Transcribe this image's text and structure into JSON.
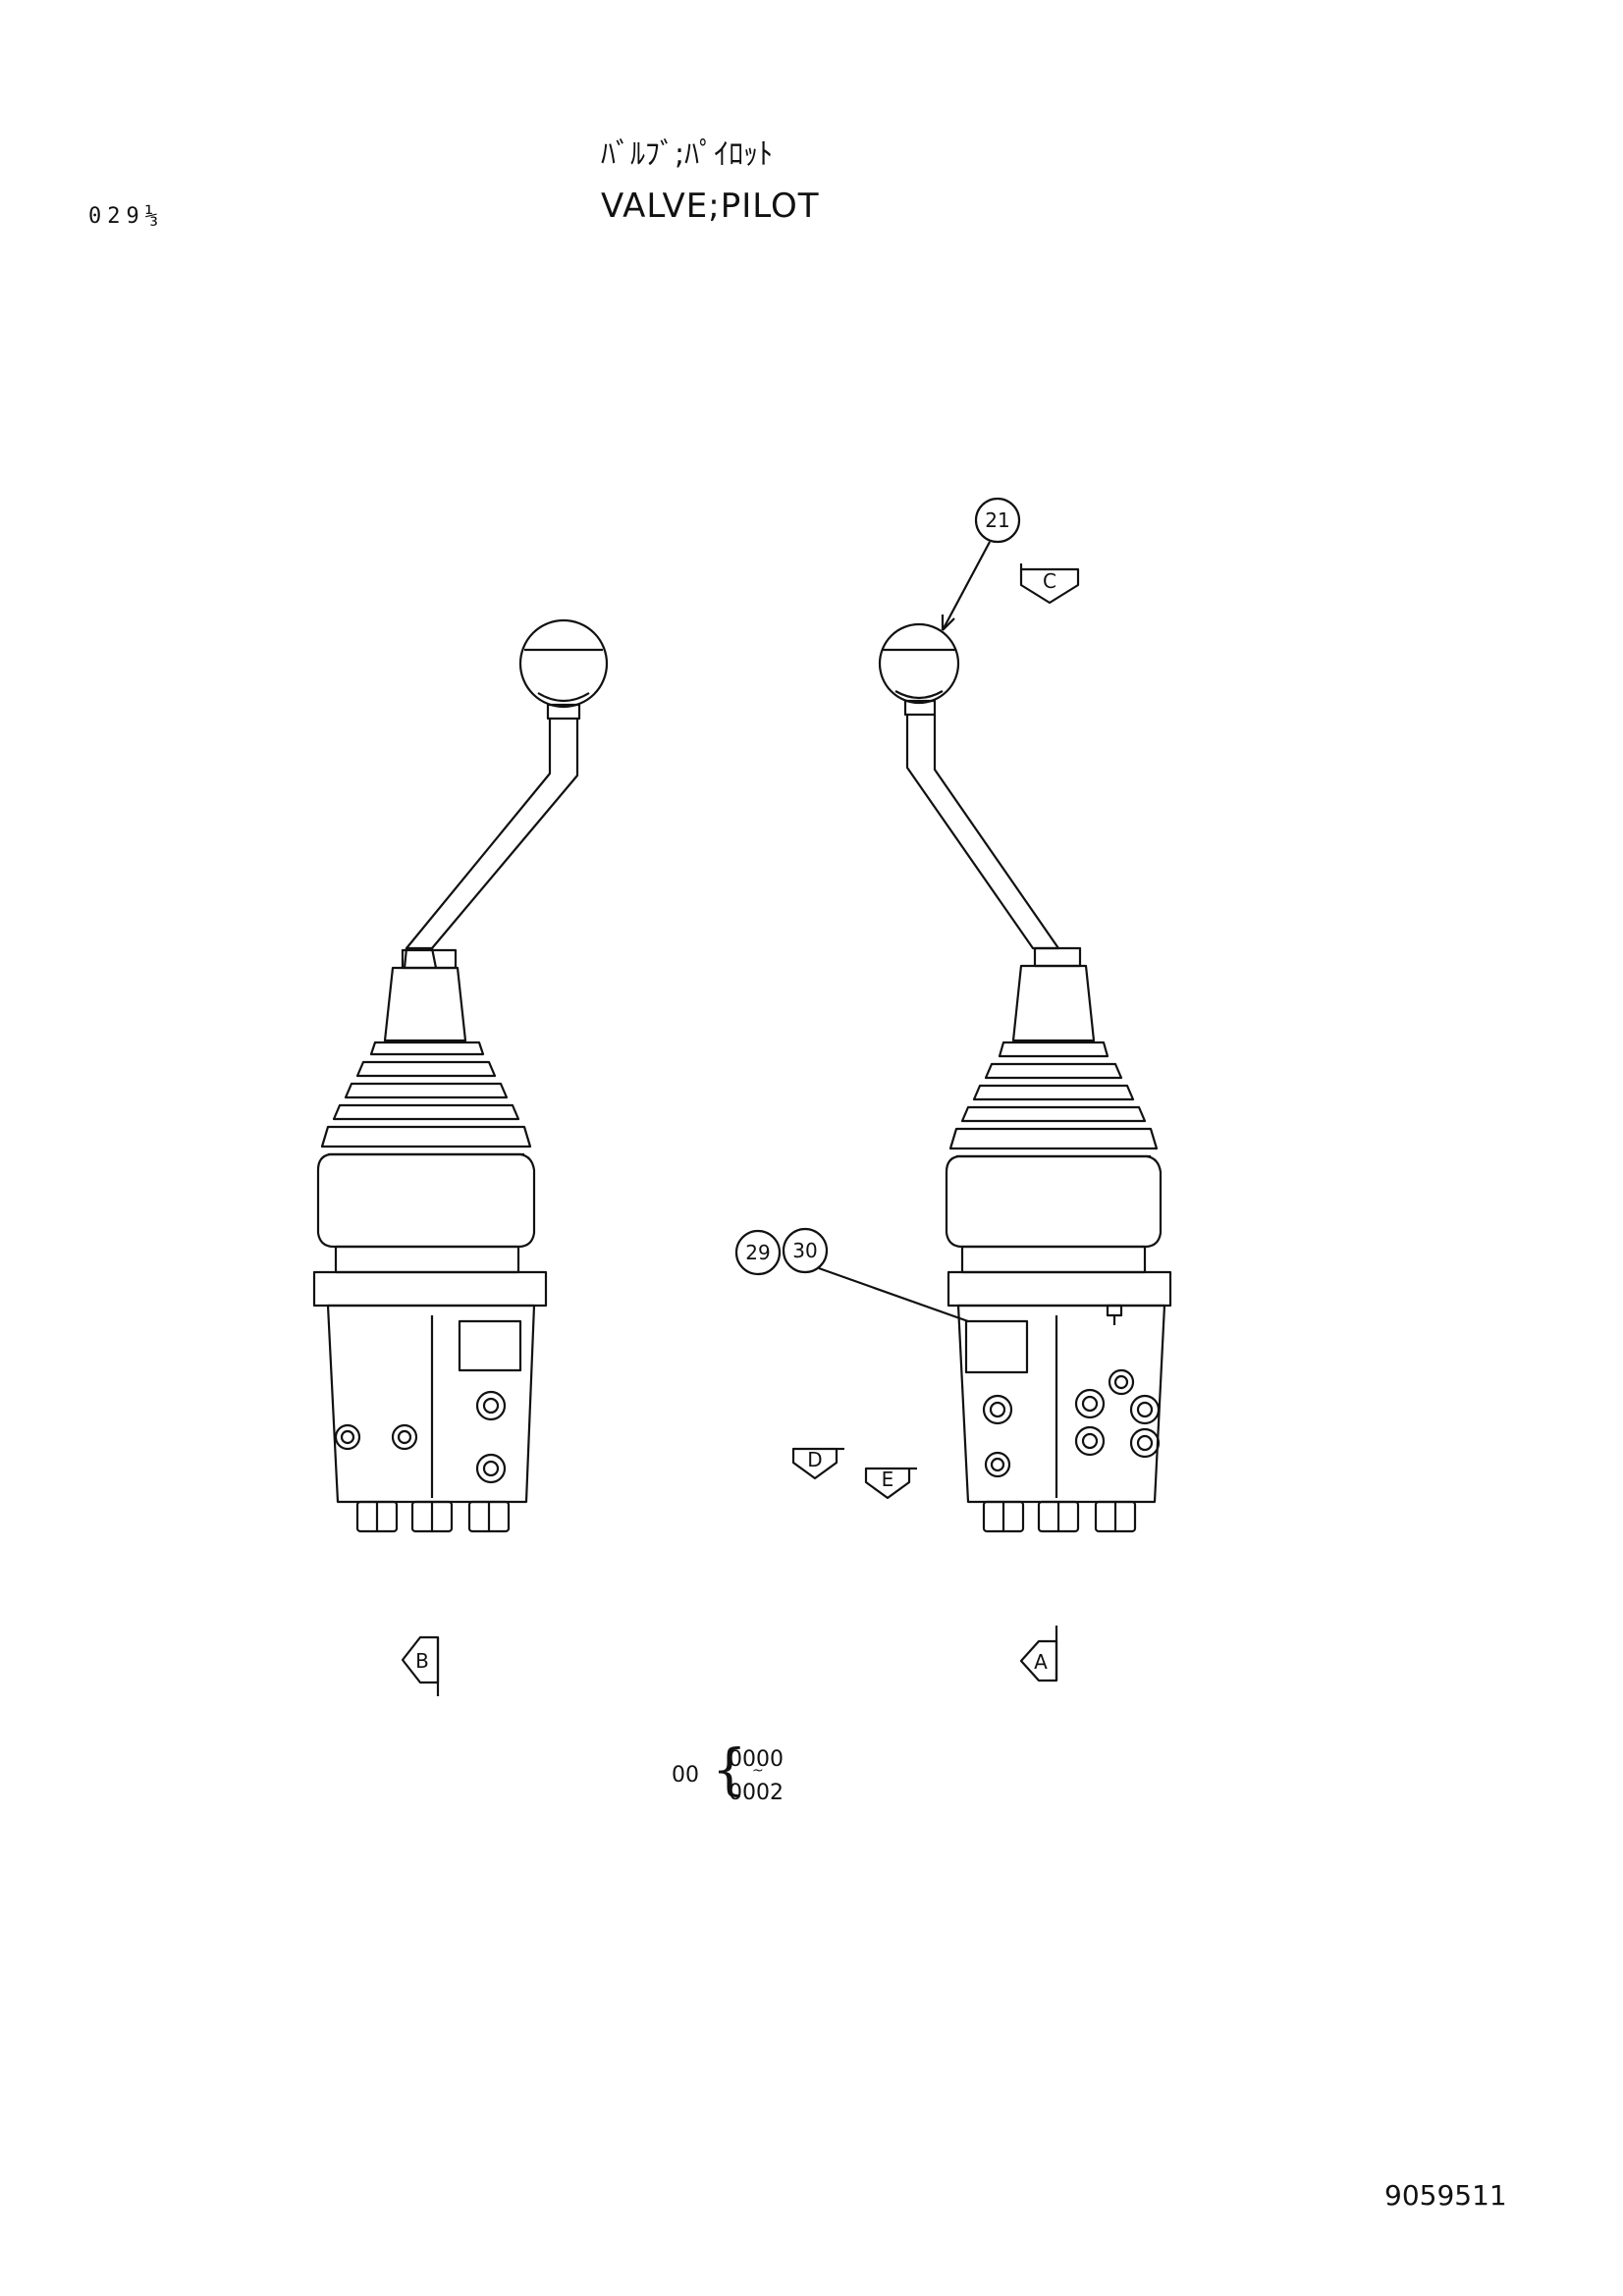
{
  "header": {
    "page_number": "029⅓",
    "title_japanese": "ﾊﾞﾙﾌﾞ;ﾊﾟｲﾛｯﾄ",
    "title_english": "VALVE;PILOT"
  },
  "callouts": {
    "knob_part": "21",
    "plate_part_a": "29",
    "plate_part_b": "30"
  },
  "view_markers": {
    "left_view": "B",
    "right_view": "A",
    "top_view": "C",
    "view_d": "D",
    "view_e": "E"
  },
  "serial_range": {
    "prefix": "00",
    "from": "0000",
    "tilde": "~",
    "to": "0002"
  },
  "footer": {
    "drawing_number": "9059511"
  }
}
